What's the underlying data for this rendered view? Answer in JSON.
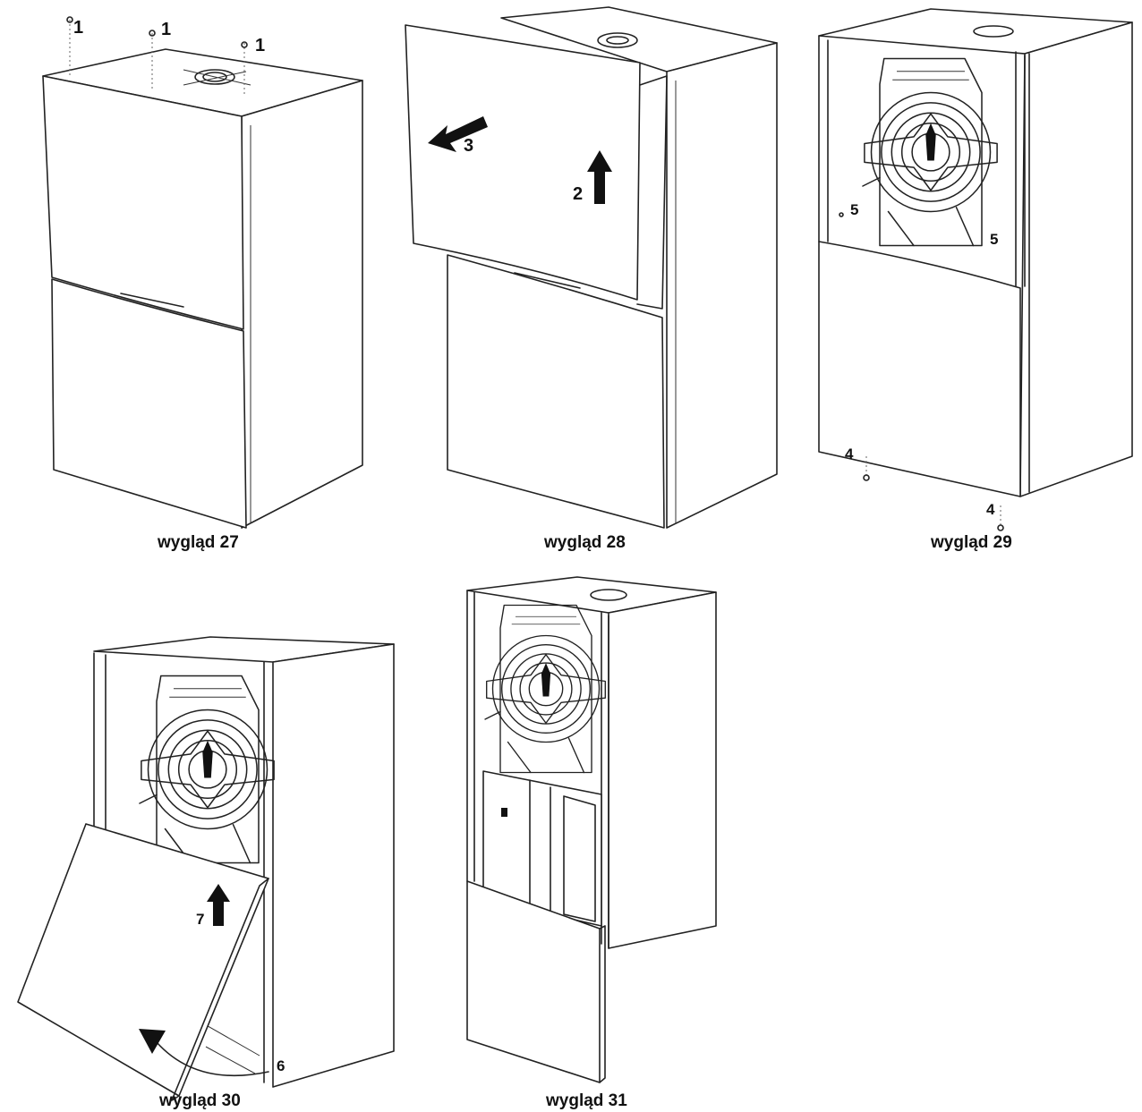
{
  "views": [
    {
      "id": "27",
      "caption": "wygląd 27",
      "labels": [
        "1",
        "1",
        "1"
      ]
    },
    {
      "id": "28",
      "caption": "wygląd 28",
      "labels": [
        "3",
        "2"
      ]
    },
    {
      "id": "29",
      "caption": "wygląd 29",
      "labels": [
        "5",
        "5",
        "4",
        "4"
      ]
    },
    {
      "id": "30",
      "caption": "wygląd 30",
      "labels": [
        "7",
        "6"
      ]
    },
    {
      "id": "31",
      "caption": "wygląd 31",
      "labels": []
    }
  ]
}
